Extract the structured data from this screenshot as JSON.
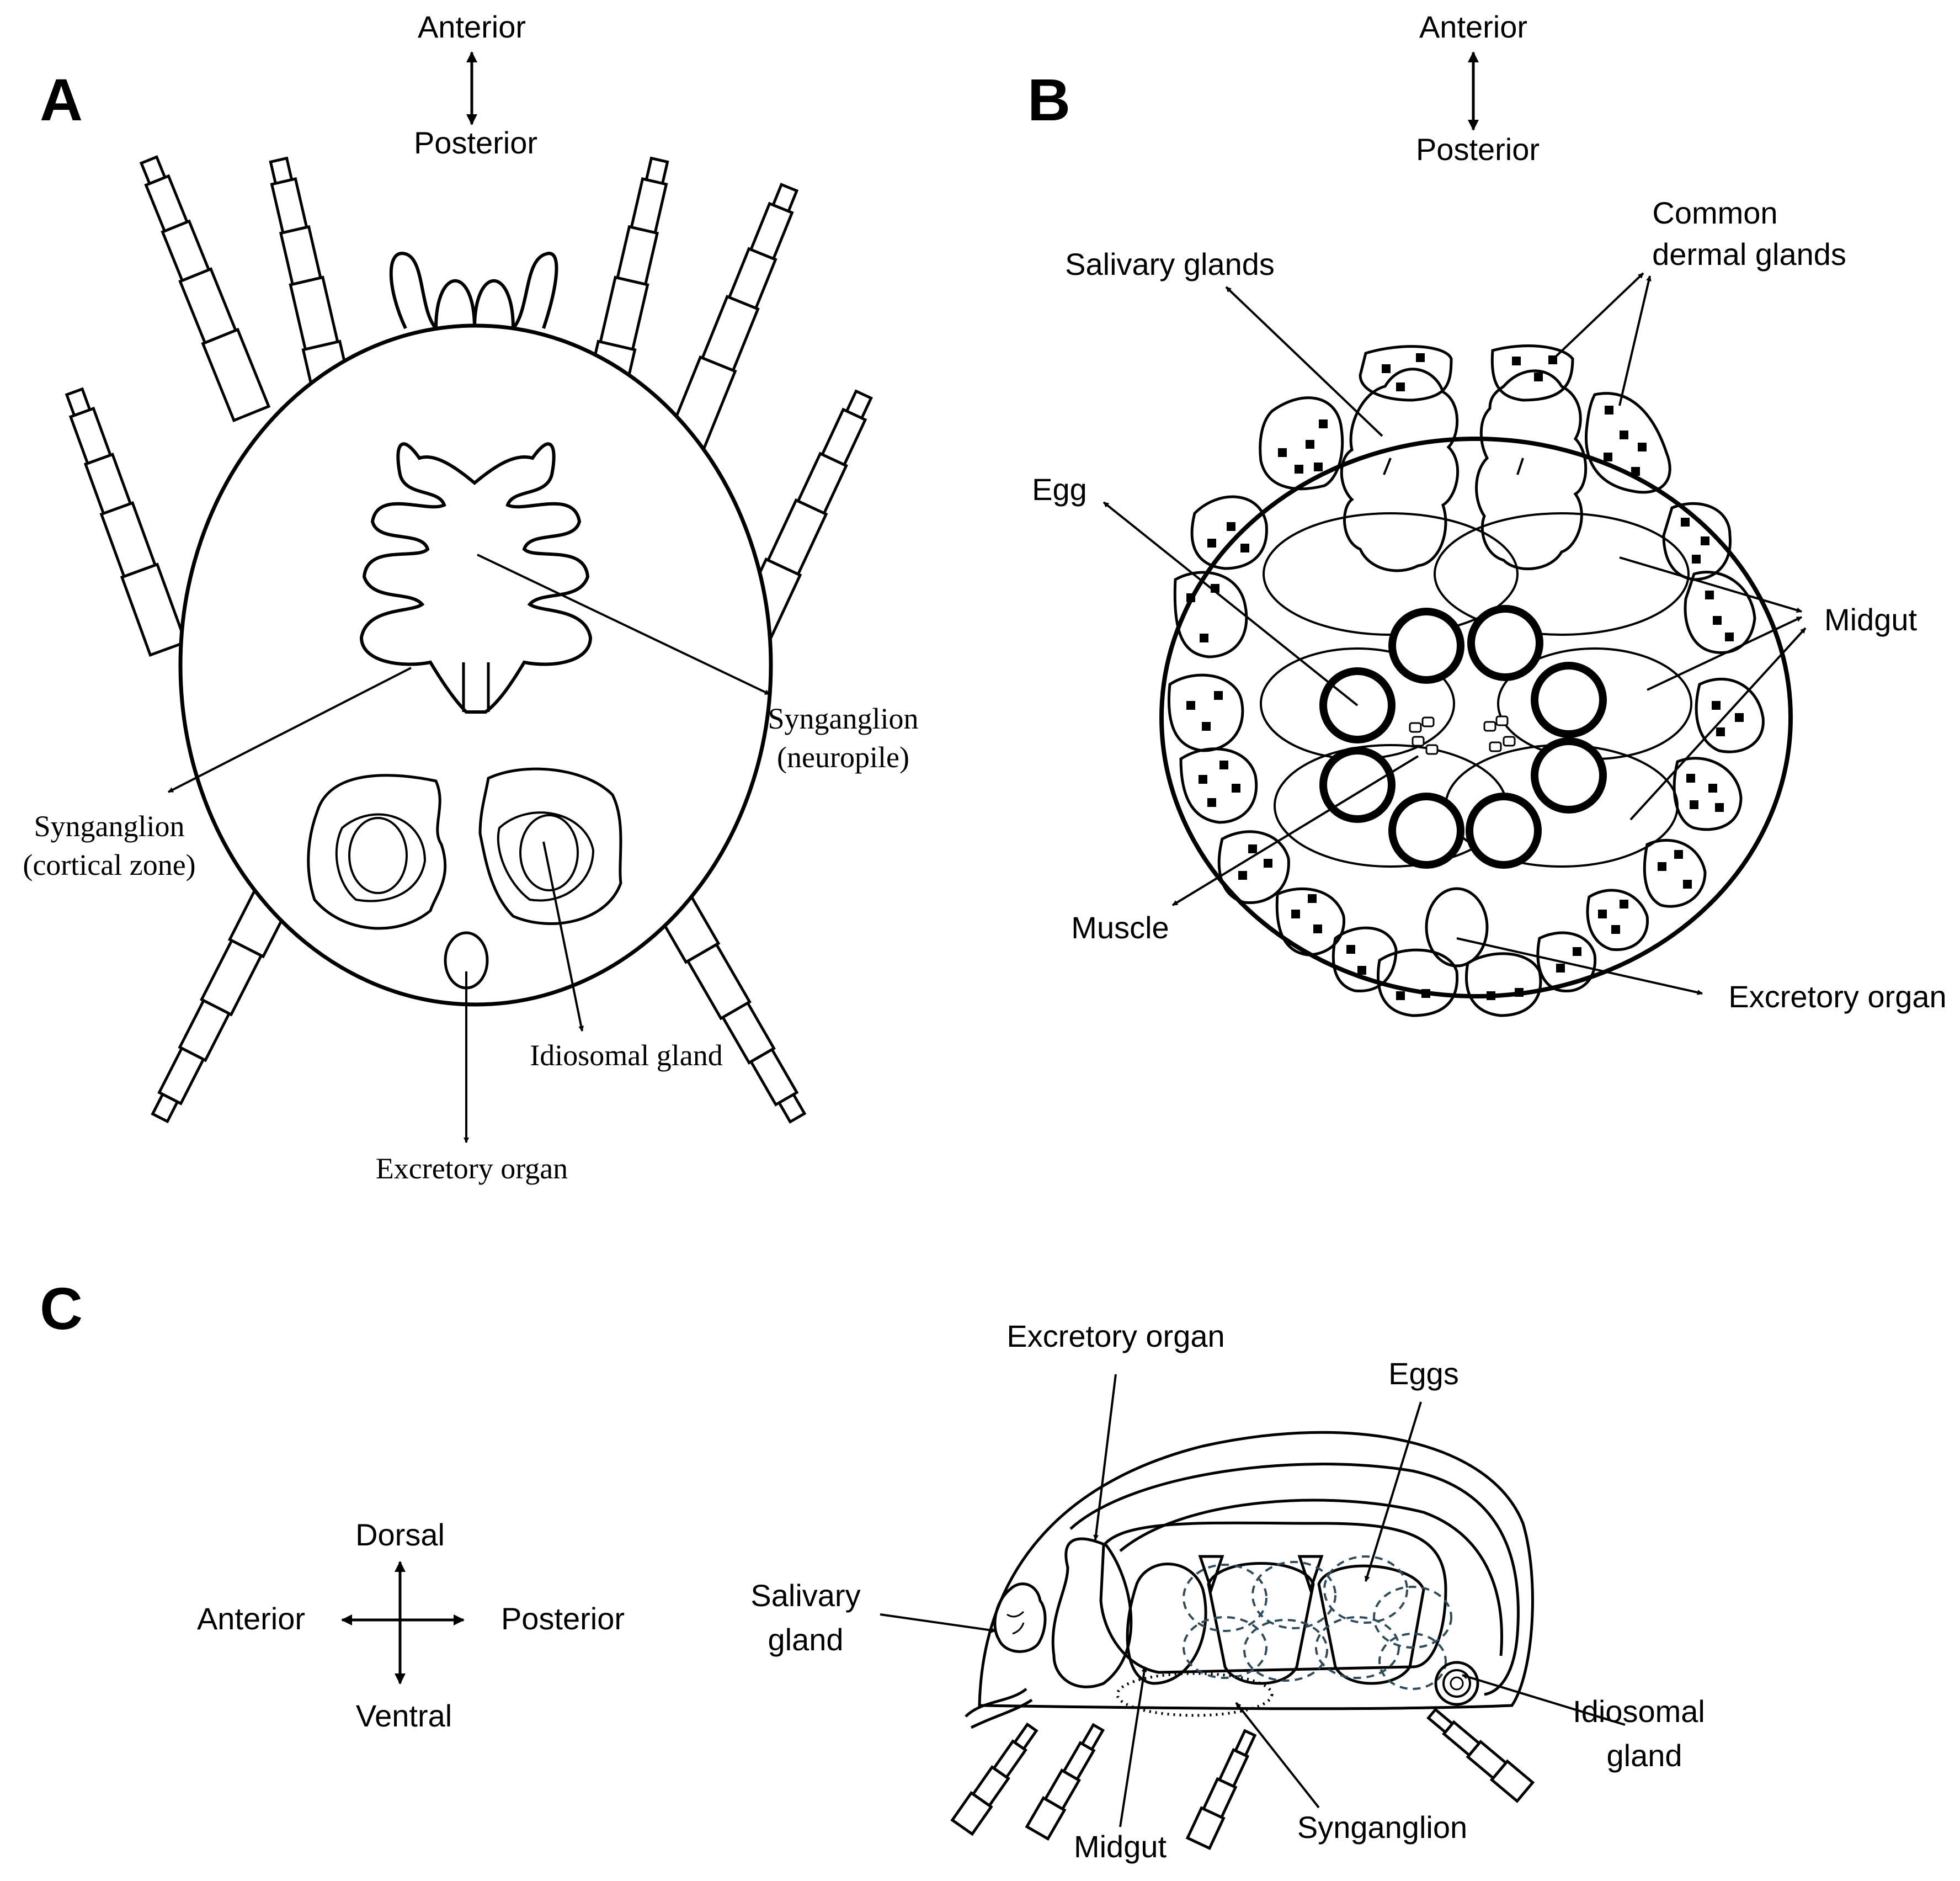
{
  "panels": {
    "a": {
      "letter": "A",
      "orientation": {
        "top": "Anterior",
        "bottom": "Posterior"
      },
      "labels": {
        "syn_neuropile_1": "Synganglion",
        "syn_neuropile_2": "(neuropile)",
        "syn_cortical_1": "Synganglion",
        "syn_cortical_2": "(cortical zone)",
        "idiosomal_gland": "Idiosomal gland",
        "excretory_organ": "Excretory organ"
      }
    },
    "b": {
      "letter": "B",
      "orientation": {
        "top": "Anterior",
        "bottom": "Posterior"
      },
      "labels": {
        "salivary_glands": "Salivary glands",
        "common_dermal_1": "Common",
        "common_dermal_2": "dermal glands",
        "egg": "Egg",
        "midgut": "Midgut",
        "muscle": "Muscle",
        "excretory_organ": "Excretory organ"
      }
    },
    "c": {
      "letter": "C",
      "orientation": {
        "top": "Dorsal",
        "bottom": "Ventral",
        "left": "Anterior",
        "right": "Posterior"
      },
      "labels": {
        "excretory_organ": "Excretory organ",
        "eggs": "Eggs",
        "salivary_gland_1": "Salivary",
        "salivary_gland_2": "gland",
        "idiosomal_gland_1": "Idiosomal",
        "idiosomal_gland_2": "gland",
        "midgut": "Midgut",
        "synganglion": "Synganglion"
      }
    }
  },
  "colors": {
    "stroke": "#000000",
    "egg_outline_dashed": "#2f4b5c"
  }
}
